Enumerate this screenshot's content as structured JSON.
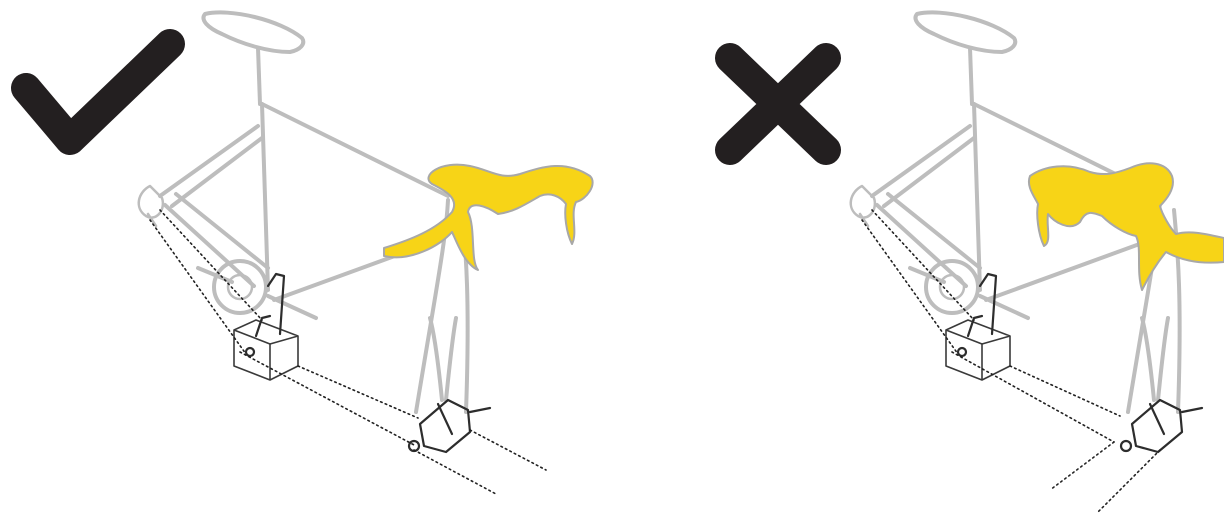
{
  "panels": [
    {
      "id": "correct",
      "verdict": "correct",
      "verdict_icon": "check-mark-icon",
      "mark_color": "#231f20"
    },
    {
      "id": "incorrect",
      "verdict": "incorrect",
      "verdict_icon": "cross-mark-icon",
      "mark_color": "#231f20"
    }
  ],
  "colors": {
    "frame": "#bdbdbd",
    "handlebar": "#f7d417",
    "alignment_lines": "#222222",
    "background": "#ffffff"
  }
}
